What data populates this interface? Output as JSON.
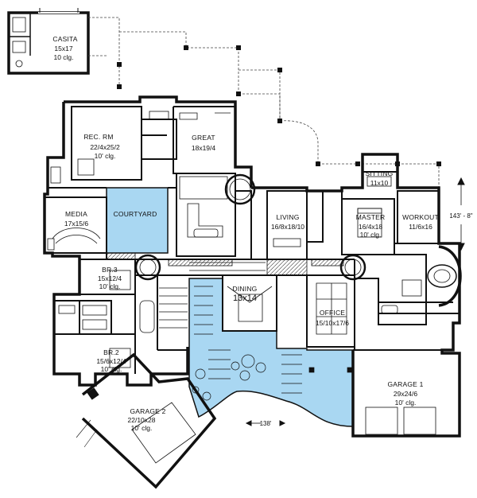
{
  "colors": {
    "highlight": "#a9d7f2",
    "wall": "#111111",
    "background": "#ffffff"
  },
  "rooms": {
    "casita": {
      "name": "CASITA",
      "size": "15x17",
      "ceiling": "10 clg."
    },
    "rec_rm": {
      "name": "REC. RM",
      "size": "22/4x25/2",
      "ceiling": "10' clg."
    },
    "great": {
      "name": "GREAT",
      "size": "18x19/4"
    },
    "sitting": {
      "name": "SITTING",
      "size": "11x10"
    },
    "media": {
      "name": "MEDIA",
      "size": "17x15/6"
    },
    "courtyard": {
      "name": "COURTYARD"
    },
    "living": {
      "name": "LIVING",
      "size": "16/8x18/10"
    },
    "master": {
      "name": "MASTER",
      "size": "16/4x18",
      "ceiling": "10' clg."
    },
    "workout": {
      "name": "WORKOUT",
      "size": "11/6x16"
    },
    "br3": {
      "name": "BR.3",
      "size": "15x12/4",
      "ceiling": "10' clg."
    },
    "dining": {
      "name": "DINING",
      "size": "13x14"
    },
    "office": {
      "name": "OFFICE",
      "size": "15/10x17/6"
    },
    "br2": {
      "name": "BR.2",
      "size": "15/6x12/4",
      "ceiling": "10' clg."
    },
    "garage1": {
      "name": "GARAGE 1",
      "size": "29x24/6",
      "ceiling": "10' clg."
    },
    "garage2": {
      "name": "GARAGE 2",
      "size": "22/10x28",
      "ceiling": "10' clg."
    }
  },
  "dimensions": {
    "depth": "143' - 8\"",
    "width": "138'"
  }
}
